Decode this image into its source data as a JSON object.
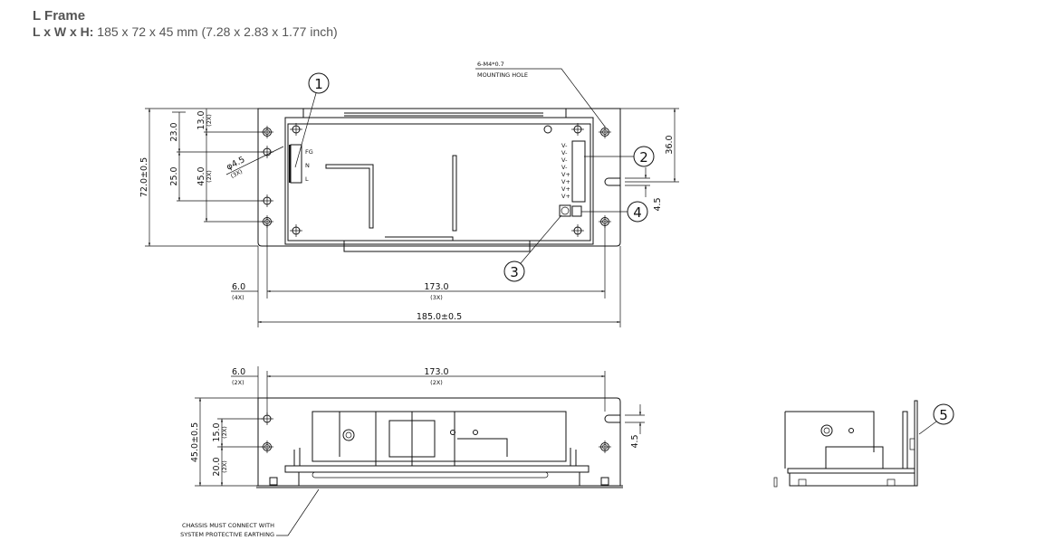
{
  "header": {
    "title": "L Frame",
    "dims_label": "L x W x H:",
    "dims_value": " 185 x 72 x 45 mm (7.28 x 2.83 x 1.77 inch)"
  },
  "top_view": {
    "mounting_spec": "6-M4*0.7",
    "mounting_label": "MOUNTING HOLE",
    "dim_height": "72.0±0.5",
    "dim_23": "23.0",
    "dim_25": "25.0",
    "dim_13": "13.0",
    "dim_13_qty": "(2X)",
    "dim_45": "45.0",
    "dim_45_qty": "(2X)",
    "dim_hole": "φ4.5",
    "dim_hole_qty": "(3X)",
    "dim_6": "6.0",
    "dim_6_qty": "(4X)",
    "dim_173": "173.0",
    "dim_173_qty": "(3X)",
    "dim_185": "185.0±0.5",
    "dim_36": "36.0",
    "dim_4_5": "4.5",
    "ac_terminals": [
      "FG",
      "N",
      "L"
    ],
    "dc_terminals": [
      "V-",
      "V-",
      "V-",
      "V-",
      "V+",
      "V+",
      "V+",
      "V+"
    ]
  },
  "side_view": {
    "dim_6": "6.0",
    "dim_6_qty": "(2X)",
    "dim_173": "173.0",
    "dim_173_qty": "(2X)",
    "dim_height": "45.0±0.5",
    "dim_15": "15.0",
    "dim_15_qty": "(2X)",
    "dim_20": "20.0",
    "dim_20_qty": "(2X)",
    "dim_4_5": "4.5",
    "note_line1": "CHASSIS MUST CONNECT WITH",
    "note_line2": "SYSTEM PROTECTIVE EARTHING"
  },
  "callouts": [
    "1",
    "2",
    "3",
    "4",
    "5"
  ]
}
